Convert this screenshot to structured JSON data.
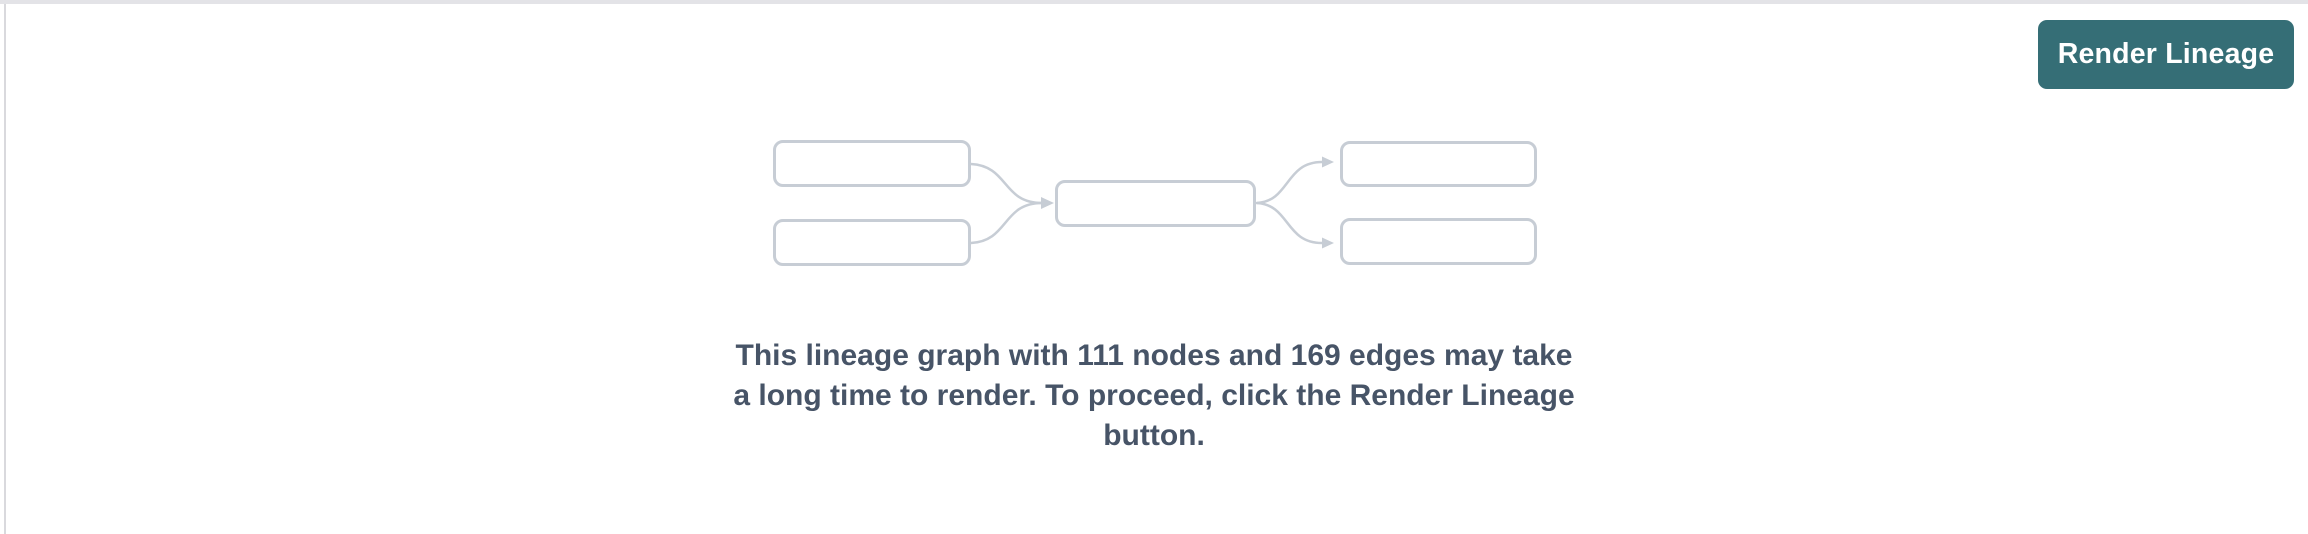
{
  "header": {
    "render_button": {
      "label": "Render Lineage",
      "background_color": "#356e76",
      "text_color": "#ffffff"
    }
  },
  "placeholder": {
    "diagram": {
      "type": "mini-lineage-preview",
      "node_count": 5,
      "edge_count": 4,
      "layout": "2 upstream nodes -> 1 middle node -> 2 downstream nodes",
      "node_fill": "#ffffff",
      "node_border_color": "#c7cdd5",
      "edge_color": "#c7cdd5"
    },
    "message_lines": [
      "This lineage graph with 111 nodes and 169 edges may take",
      "a long time to render. To proceed, click the Render Lineage",
      "button."
    ],
    "message_full": "This lineage graph with 111 nodes and 169 edges may take a long time to render. To proceed, click the Render Lineage button.",
    "stats": {
      "nodes": "111",
      "edges": "169"
    },
    "message_color": "#475467"
  }
}
